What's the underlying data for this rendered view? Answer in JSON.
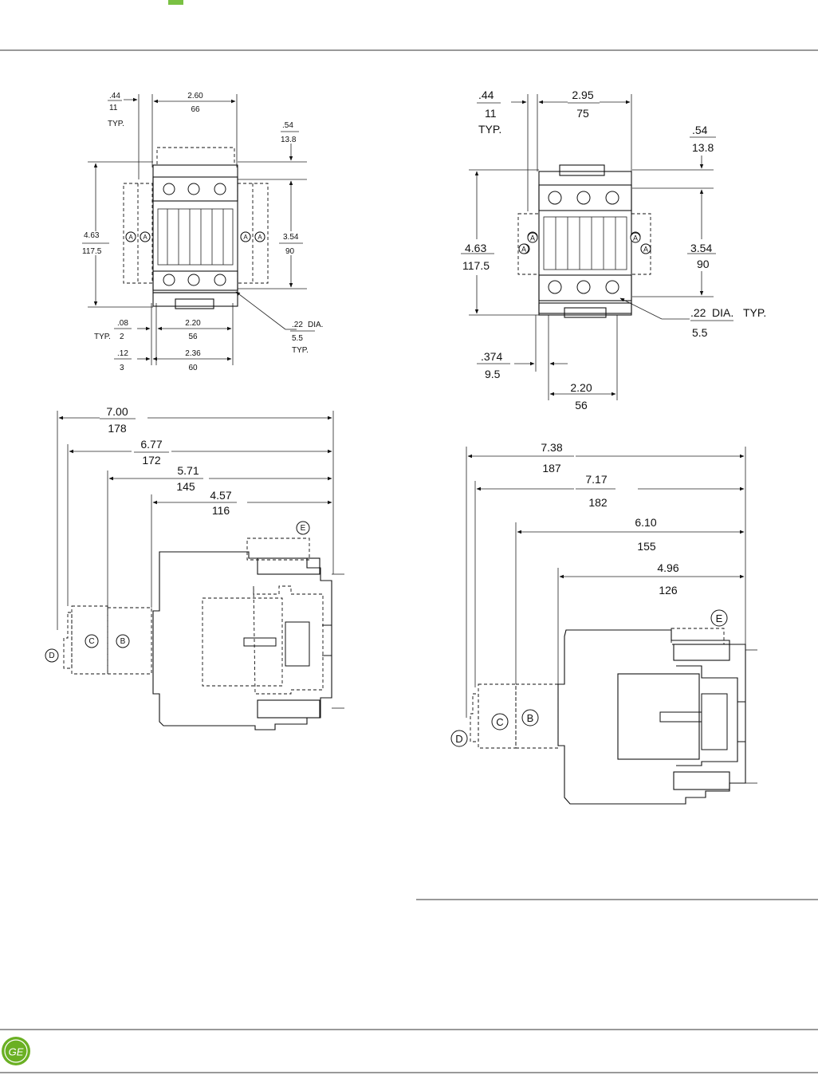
{
  "header": {
    "marker_color": "#7ac143",
    "rule_color": "#333333"
  },
  "footer": {
    "logo": "ge-monogram-logo",
    "logo_color": "#6ab023",
    "logo_text": "GE"
  },
  "left_front": {
    "d1": {
      "in": ".44",
      "mm": "11",
      "note": "TYP."
    },
    "d2": {
      "in": "2.60",
      "mm": "66"
    },
    "d3": {
      "in": ".54",
      "mm": "13.8"
    },
    "d4": {
      "in": "4.63",
      "mm": "117.5"
    },
    "d5": {
      "in": "3.54",
      "mm": "90"
    },
    "d6": {
      "in": ".08",
      "mm": "2",
      "note": "TYP."
    },
    "d7": {
      "in": "2.20",
      "mm": "56"
    },
    "d8": {
      "in": ".22",
      "suffix": "DIA.",
      "mm": "5.5",
      "note": "TYP."
    },
    "d9": {
      "in": ".12",
      "mm": "3"
    },
    "d10": {
      "in": "2.36",
      "mm": "60"
    },
    "callout": "A"
  },
  "right_front": {
    "d1": {
      "in": ".44",
      "mm": "11",
      "note": "TYP."
    },
    "d2": {
      "in": "2.95",
      "mm": "75"
    },
    "d3": {
      "in": ".54",
      "mm": "13.8"
    },
    "d4": {
      "in": "4.63",
      "mm": "117.5"
    },
    "d5": {
      "in": "3.54",
      "mm": "90"
    },
    "d6": {
      "in": ".22",
      "suffix": "DIA.",
      "note": "TYP.",
      "mm": "5.5"
    },
    "d7": {
      "in": ".374",
      "mm": "9.5"
    },
    "d8": {
      "in": "2.20",
      "mm": "56"
    },
    "callout": "A"
  },
  "left_side": {
    "d1": {
      "in": "7.00",
      "mm": "178"
    },
    "d2": {
      "in": "6.77",
      "mm": "172"
    },
    "d3": {
      "in": "5.71",
      "mm": "145"
    },
    "d4": {
      "in": "4.57",
      "mm": "116"
    },
    "callouts": {
      "b": "B",
      "c": "C",
      "d": "D",
      "e": "E"
    }
  },
  "right_side": {
    "d1": {
      "in": "7.38",
      "mm": "187"
    },
    "d2": {
      "in": "7.17",
      "mm": "182"
    },
    "d3": {
      "in": "6.10",
      "mm": "155"
    },
    "d4": {
      "in": "4.96",
      "mm": "126"
    },
    "callouts": {
      "b": "B",
      "c": "C",
      "d": "D",
      "e": "E"
    }
  }
}
